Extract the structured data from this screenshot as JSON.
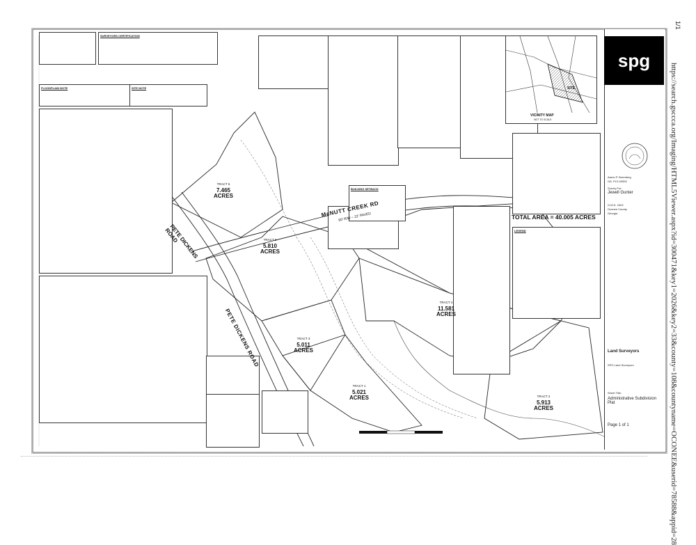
{
  "page_number": "1/1",
  "side_url": "https://search.gsccca.org/Imaging/HTML5Viewer.aspx?id=300471&key1=2026&key2=33&county=108&countyname=OCONEE&userid=78588&appid=28",
  "plat": {
    "surveyors_certification": "SURVEYORS CERTIFICATION",
    "floodplain_note": "FLOODPLAIN NOTE",
    "site_note": "SITE NOTE",
    "building_setback": "BUILDING SETBACK",
    "line_table_title": "LINE TABLE",
    "vicinity_map": "VICINITY MAP",
    "vicinity_sub": "NOT TO SCALE",
    "site_label": "SITE",
    "total_area": "TOTAL AREA = 40.005 ACRES",
    "legend_title": "LEGEND",
    "roads": {
      "mcnutt": "McNUTT CREEK RD",
      "mcnutt_sub": "60' R/W ~ 22' PAVED",
      "pete_dickens_upper": "PETE DICKENS ROAD",
      "pete_dickens_lower": "PETE DICKENS ROAD"
    },
    "tracts": [
      {
        "name": "TRACT 6",
        "area": "7.465",
        "unit": "ACRES"
      },
      {
        "name": "TRACT 5",
        "area": "5.810",
        "unit": "ACRES"
      },
      {
        "name": "TRACT 4",
        "area": "11.581",
        "unit": "ACRES"
      },
      {
        "name": "TRACT 3",
        "area": "5.011",
        "unit": "ACRES"
      },
      {
        "name": "TRACT 2",
        "area": "5.913",
        "unit": "ACRES"
      },
      {
        "name": "TRACT 1",
        "area": "5.021",
        "unit": "ACRES"
      }
    ]
  },
  "title_block": {
    "logo": "spg",
    "surveyor_name": "Aaron P. Bromberg",
    "surveyor_reg": "GA. PLS #3552",
    "survey_for_label": "Survey For:",
    "survey_for": "Jewell Gunter",
    "gmd_label": "G.M.D. 1602",
    "county": "Oconee County",
    "state": "Georgia",
    "firm": "Land Surveyors",
    "firm_full": "SPG Land Surveyors",
    "sheet_title_label": "Sheet Title:",
    "sheet_title": "Administrative Subdivision Plat",
    "page": "Page 1 of 1"
  },
  "colors": {
    "line": "#333333",
    "logo_bg": "#000000",
    "logo_fg": "#ffffff"
  }
}
